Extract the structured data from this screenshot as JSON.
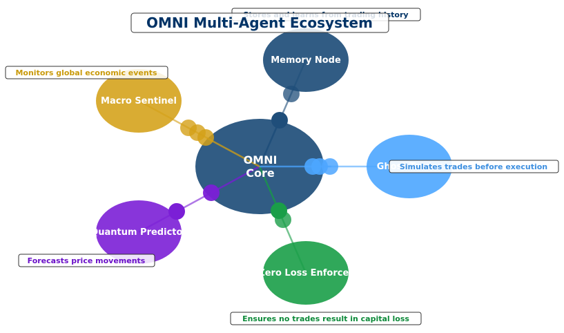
{
  "title": "OMNI Multi-Agent Ecosystem",
  "colors": {
    "core": "#1f4e7a",
    "memory": "#1f4e7a",
    "macro": "#d4a017",
    "ghost": "#4da6ff",
    "quantum": "#7b1fd6",
    "zeroloss": "#1a9e48",
    "memory_text": "#003366",
    "macro_text": "#c99a0a",
    "ghost_text": "#3d8fe0",
    "quantum_text": "#6a10c8",
    "zeroloss_text": "#0e8a3a"
  },
  "core": {
    "line1": "OMNI",
    "line2": "Core"
  },
  "agents": [
    {
      "id": "memory",
      "label": "Memory Node",
      "description": "Stores and learns from trading history"
    },
    {
      "id": "macro",
      "label": "Macro Sentinel",
      "description": "Monitors global economic events"
    },
    {
      "id": "ghost",
      "label": "Ghost Trader",
      "description": "Simulates trades before execution"
    },
    {
      "id": "quantum",
      "label": "Quantum Predictor",
      "description": "Forecasts price movements"
    },
    {
      "id": "zeroloss",
      "label": "Zero Loss Enforcer",
      "description": "Ensures no trades result in capital loss"
    }
  ]
}
